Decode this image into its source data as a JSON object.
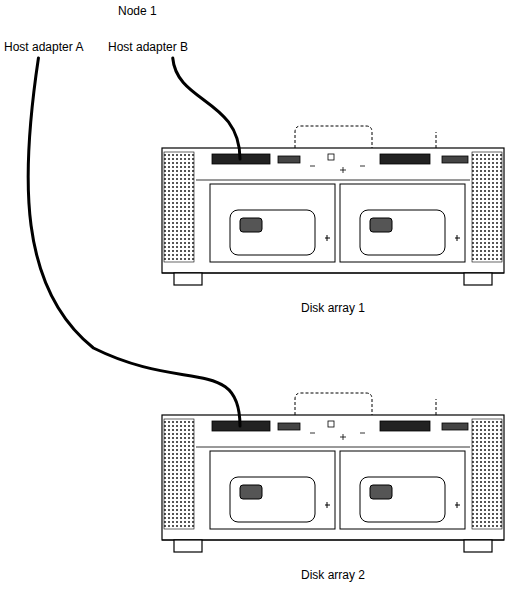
{
  "diagram": {
    "nodes": [
      {
        "text": [
          "Node 1"
        ]
      },
      {
        "text": [
          "Host adapter A"
        ],
        "in": 0
      },
      {
        "text": [
          "Host adapter B"
        ],
        "in": 0
      },
      {
        "text": [
          "Disk array 1"
        ]
      },
      {
        "text": [
          "Disk array 2"
        ]
      }
    ],
    "edges": [
      {
        "from": 2,
        "to": 3,
        "arrow": "none"
      },
      {
        "from": 1,
        "to": 4,
        "arrow": "none"
      }
    ]
  }
}
